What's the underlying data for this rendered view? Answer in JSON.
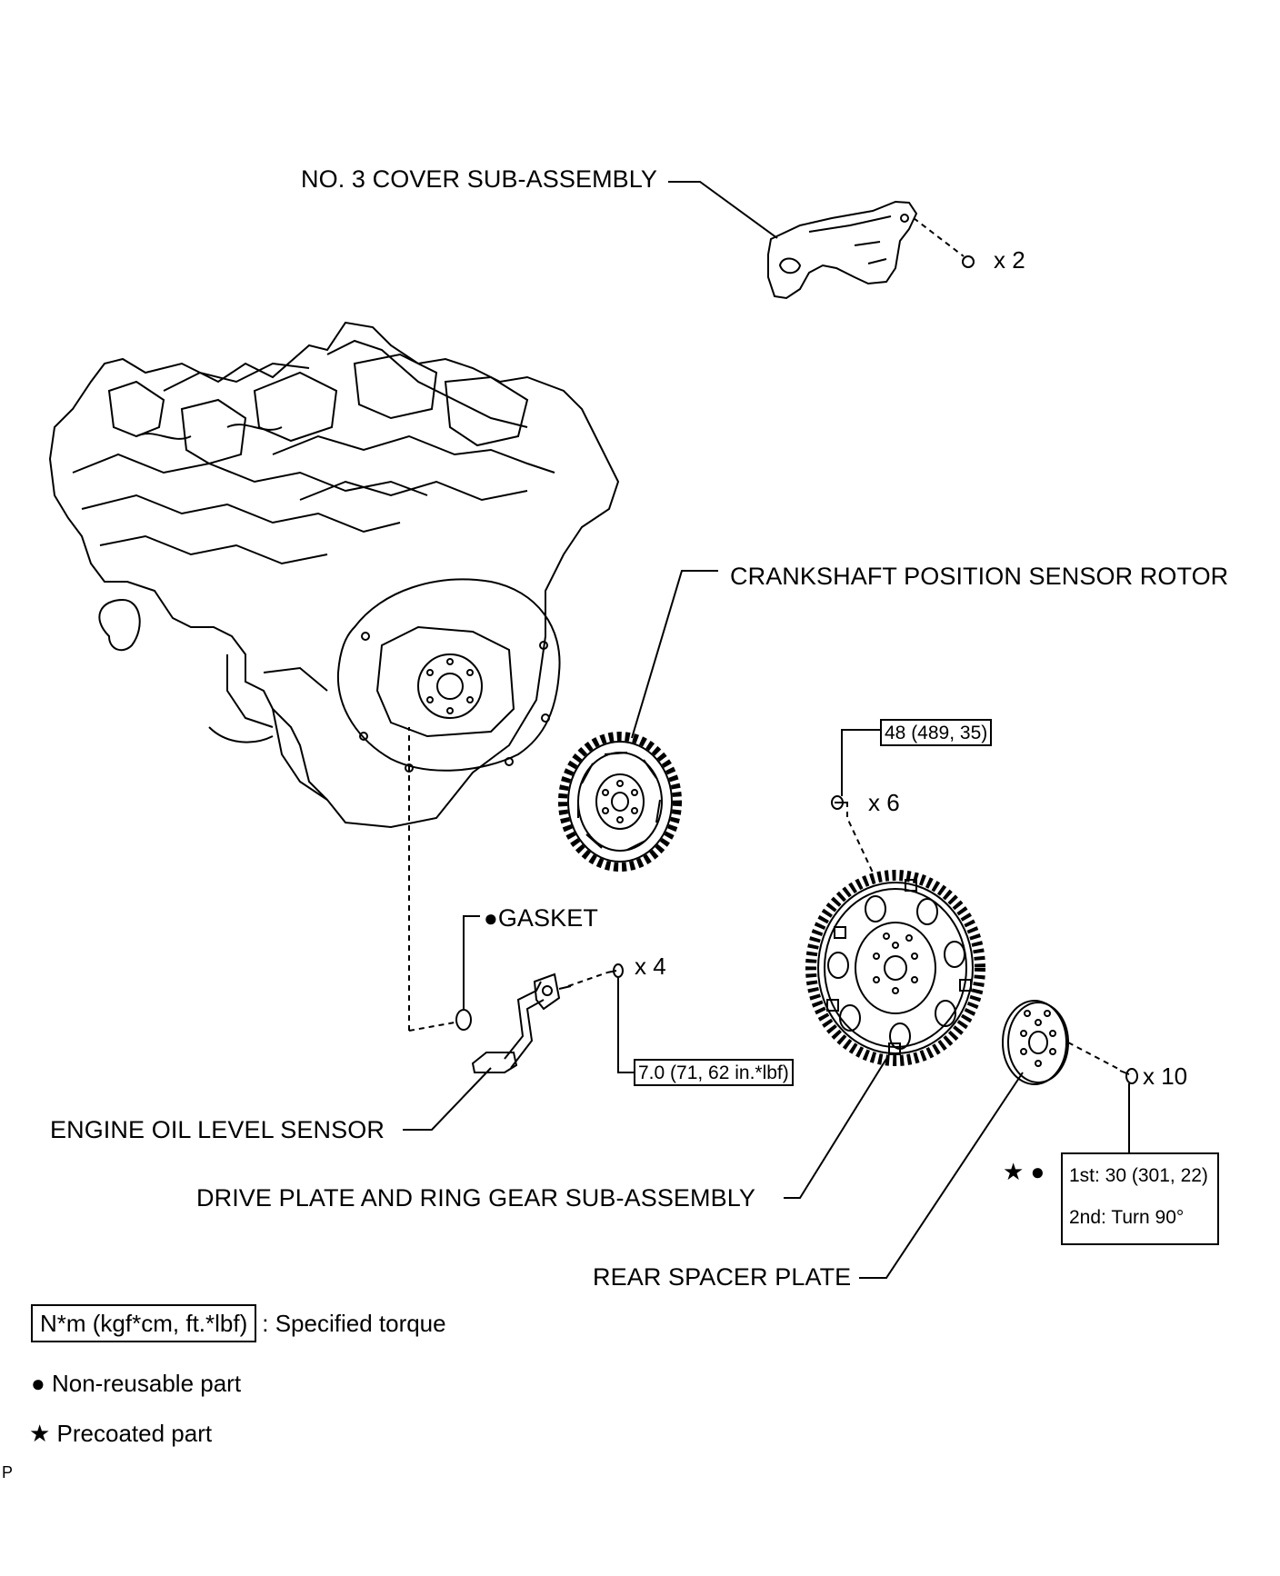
{
  "labels": {
    "no3_cover": "NO. 3 COVER SUB-ASSEMBLY",
    "crank_rotor": "CRANKSHAFT POSITION SENSOR ROTOR",
    "gasket": "GASKET",
    "oil_sensor": "ENGINE OIL LEVEL SENSOR",
    "drive_plate": "DRIVE PLATE AND RING GEAR SUB-ASSEMBLY",
    "rear_spacer": "REAR SPACER PLATE"
  },
  "quantities": {
    "cover_bolts": "x 2",
    "drive_plate_bolts": "x 6",
    "sensor_bolts": "x 4",
    "spacer_bolts": "x 10"
  },
  "torques": {
    "drive_plate": "48 (489, 35)",
    "sensor": "7.0 (71, 62 in.*lbf)",
    "spacer_first": "1st: 30 (301, 22)",
    "spacer_second": "2nd: Turn 90°"
  },
  "legend": {
    "torque_box": "N*m (kgf*cm, ft.*lbf)",
    "torque_text": ": Specified torque",
    "nonreusable": "Non-reusable part",
    "precoated": "Precoated part"
  },
  "symbols": {
    "star": "★",
    "dot": "●"
  },
  "corner_mark": "P"
}
